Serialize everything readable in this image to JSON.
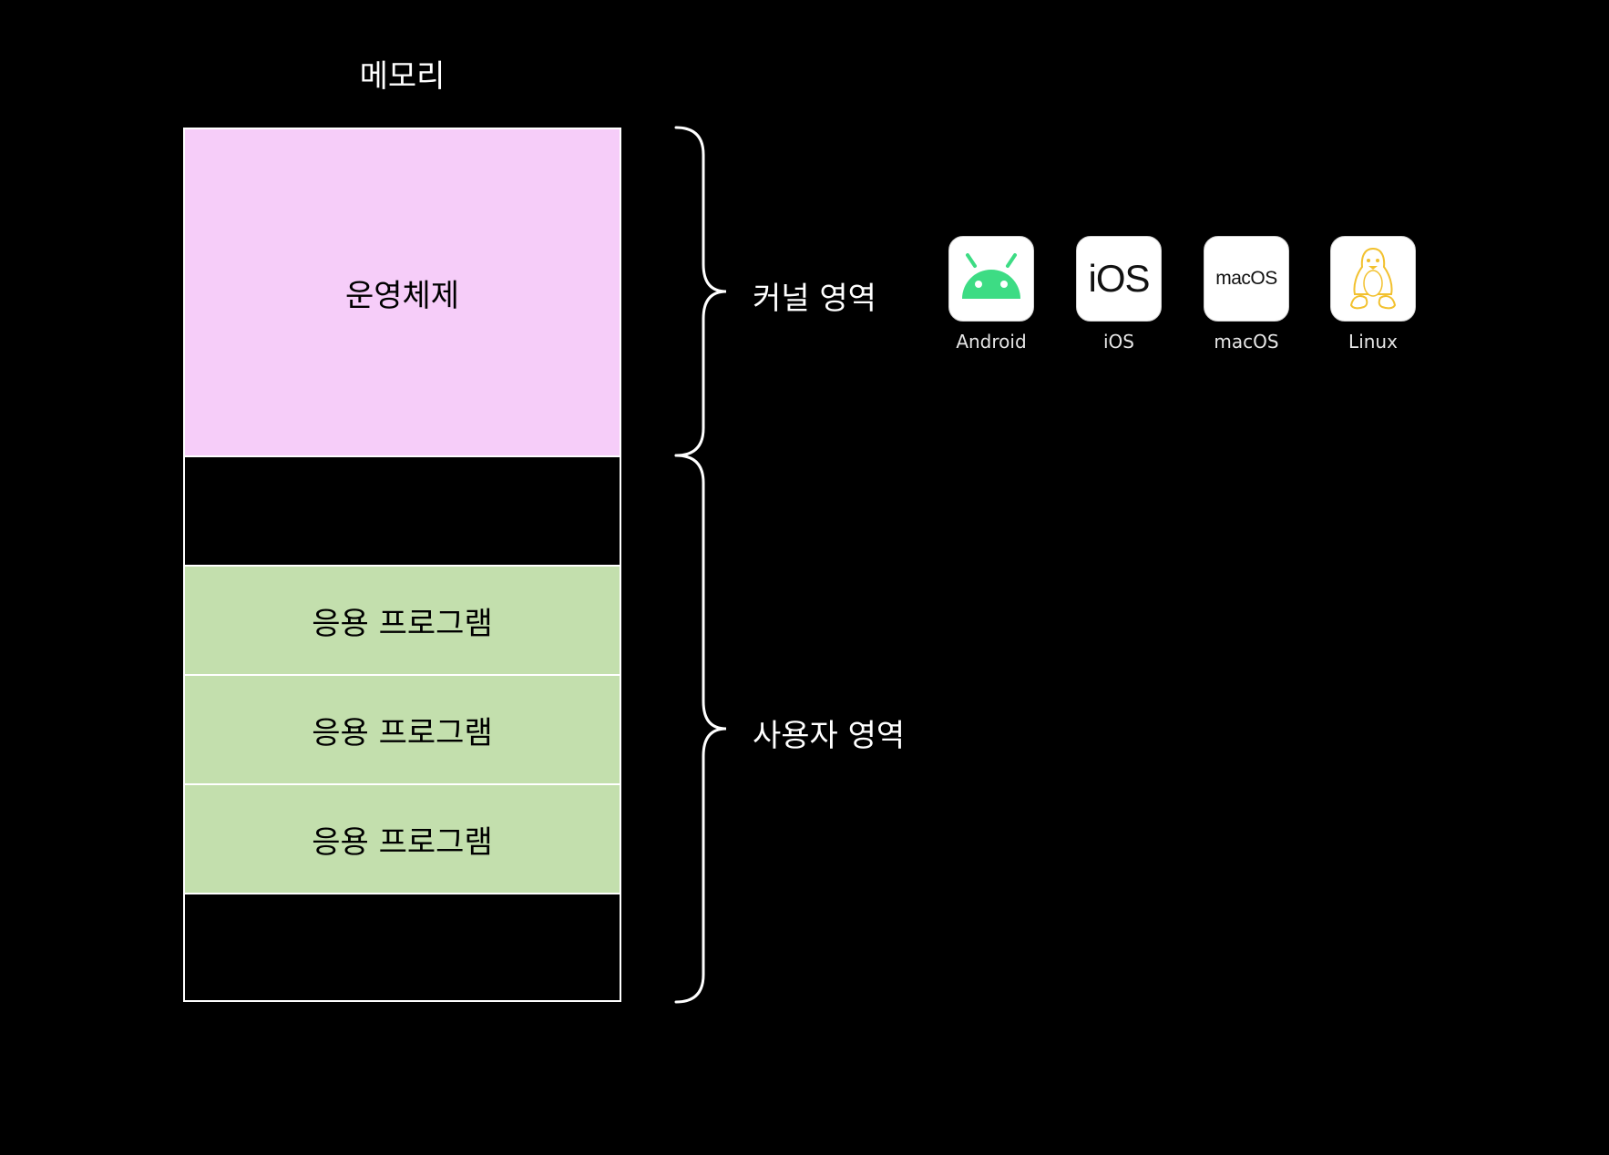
{
  "title": "메모리",
  "blocks": [
    {
      "label": "운영체제",
      "color": "#f6cdf9"
    },
    {
      "label": "",
      "color": "#000000"
    },
    {
      "label": "응용 프로그램",
      "color": "#c3dfad"
    },
    {
      "label": "응용 프로그램",
      "color": "#c3dfad"
    },
    {
      "label": "응용 프로그램",
      "color": "#c3dfad"
    },
    {
      "label": "",
      "color": "#000000"
    }
  ],
  "regions": {
    "kernel": "커널 영역",
    "user": "사용자 영역"
  },
  "os_list": [
    {
      "name": "Android",
      "icon": "android-icon",
      "icon_color": "#3ddc84"
    },
    {
      "name": "iOS",
      "icon": "ios-icon",
      "icon_text": "iOS"
    },
    {
      "name": "macOS",
      "icon": "macos-icon",
      "icon_text": "macOS"
    },
    {
      "name": "Linux",
      "icon": "linux-tux-icon",
      "icon_color": "#f2c12e"
    }
  ]
}
